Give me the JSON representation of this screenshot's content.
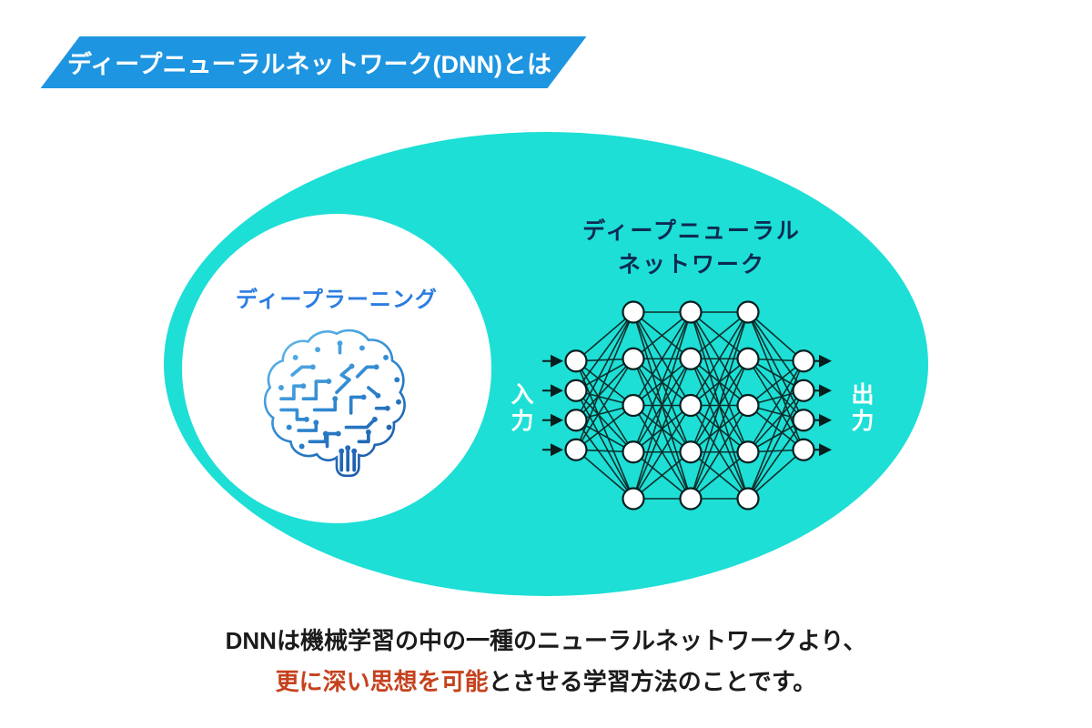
{
  "banner": {
    "label": "ディープニューラルネットワーク(DNN)とは"
  },
  "venn": {
    "inner_label": "ディープラーニング",
    "outer_title_line1": "ディープニューラル",
    "outer_title_line2": "ネットワーク"
  },
  "network": {
    "input_label": "入力",
    "output_label": "出力",
    "layers": [
      4,
      5,
      5,
      5,
      4
    ],
    "node_fill": "#ffffff",
    "node_stroke": "#041f1f",
    "edge_color": "#0c2f2c",
    "arrow_color": "#061e1e"
  },
  "caption": {
    "line1": "DNNは機械学習の中の一種のニューラルネットワークより、",
    "line2_highlight": "更に深い思想を可能",
    "line2_rest": "とさせる学習方法のことです。"
  },
  "icons": {
    "brain": "circuit-brain-icon"
  },
  "colors": {
    "banner_blue": "#1e95e0",
    "venn_teal": "#1ddfd6",
    "inner_label_blue": "#2b7de1",
    "title_navy": "#0d2b50",
    "highlight_red": "#c5421e",
    "caption_dark": "#1b1b1b",
    "white": "#ffffff"
  }
}
